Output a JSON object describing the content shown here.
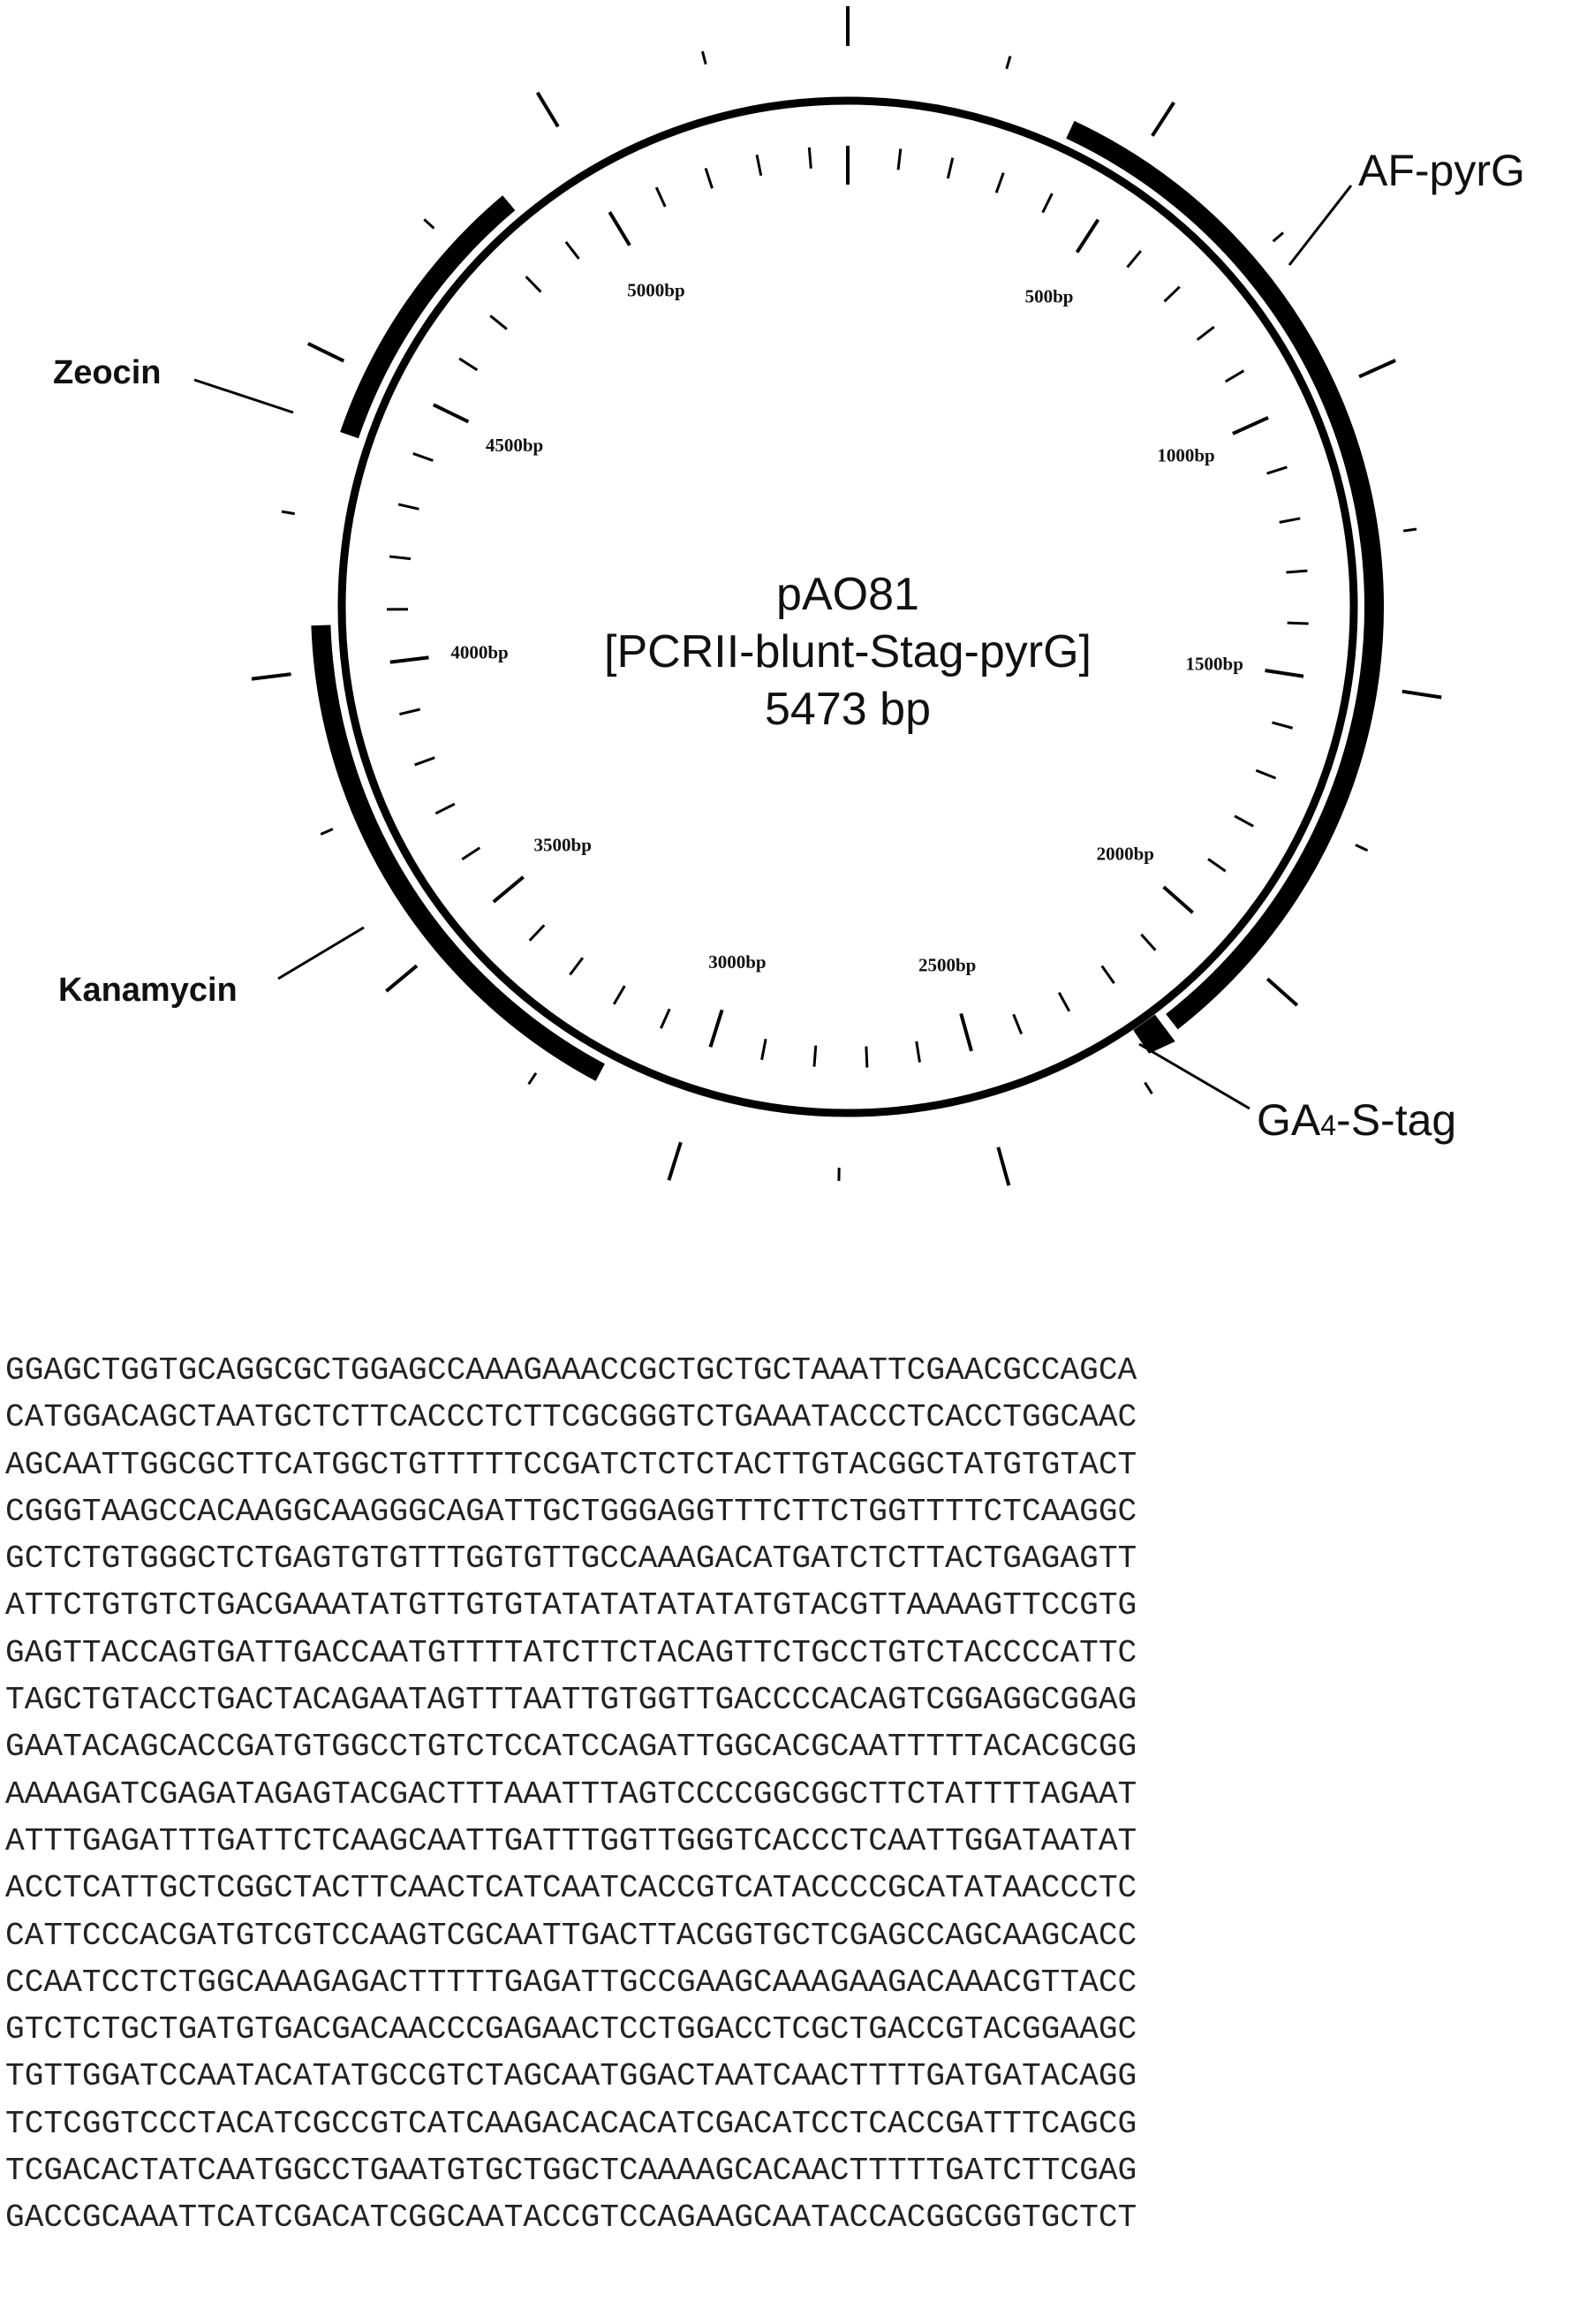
{
  "plasmid": {
    "name": "pAO81",
    "description": "[PCRII-blunt-Stag-pyrG]",
    "size_label": "5473 bp",
    "total_bp": 5473
  },
  "position_labels": [
    {
      "bp": 500,
      "label": "500bp"
    },
    {
      "bp": 1000,
      "label": "1000bp"
    },
    {
      "bp": 1500,
      "label": "1500bp"
    },
    {
      "bp": 2000,
      "label": "2000bp"
    },
    {
      "bp": 2500,
      "label": "2500bp"
    },
    {
      "bp": 3000,
      "label": "3000bp"
    },
    {
      "bp": 3500,
      "label": "3500bp"
    },
    {
      "bp": 4000,
      "label": "4000bp"
    },
    {
      "bp": 4500,
      "label": "4500bp"
    },
    {
      "bp": 5000,
      "label": "5000bp"
    }
  ],
  "features": {
    "af_pyrg": "AF-pyrG",
    "zeocin": "Zeocin",
    "kanamycin": "Kanamycin",
    "ga4_prefix": "GA",
    "ga4_sub": "4",
    "ga4_suffix": "-S-tag"
  },
  "sequence_lines": [
    "GGAGCTGGTGCAGGCGCTGGAGCCAAAGAAACCGCTGCTGCTAAATTCGAACGCCAGCA",
    "CATGGACAGCTAATGCTCTTCACCCTCTTCGCGGGTCTGAAATACCCTCACCTGGCAAC",
    "AGCAATTGGCGCTTCATGGCTGTTTTTCCGATCTCTCTACTTGTACGGCTATGTGTACT",
    "CGGGTAAGCCACAAGGCAAGGGCAGATTGCTGGGAGGTTTCTTCTGGTTTTCTCAAGGC",
    "GCTCTGTGGGCTCTGAGTGTGTTTGGTGTTGCCAAAGACATGATCTCTTACTGAGAGTT",
    "ATTCTGTGTCTGACGAAATATGTTGTGTATATATATATATGTACGTTAAAAGTTCCGTG",
    "GAGTTACCAGTGATTGACCAATGTTTTATCTTCTACAGTTCTGCCTGTCTACCCCATTC",
    "TAGCTGTACCTGACTACAGAATAGTTTAATTGTGGTTGACCCCACAGTCGGAGGCGGAG",
    "GAATACAGCACCGATGTGGCCTGTCTCCATCCAGATTGGCACGCAATTTTTACACGCGG",
    "AAAAGATCGAGATAGAGTACGACTTTAAATTTAGTCCCCGGCGGCTTCTATTTTAGAAT",
    "ATTTGAGATTTGATTCTCAAGCAATTGATTTGGTTGGGTCACCCTCAATTGGATAATAT",
    "ACCTCATTGCTCGGCTACTTCAACTCATCAATCACCGTCATACCCCGCATATAACCCTC",
    "CATTCCCACGATGTCGTCCAAGTCGCAATTGACTTACGGTGCTCGAGCCAGCAAGCACC",
    "CCAATCCTCTGGCAAAGAGACTTTTTGAGATTGCCGAAGCAAAGAAGACAAACGTTACC",
    "GTCTCTGCTGATGTGACGACAACCCGAGAACTCCTGGACCTCGCTGACCGTACGGAAGC",
    "TGTTGGATCCAATACATATGCCGTCTAGCAATGGACTAATCAACTTTTGATGATACAGG",
    "TCTCGGTCCCTACATCGCCGTCATCAAGACACACATCGACATCCTCACCGATTTCAGCG",
    "TCGACACTATCAATGGCCTGAATGTGCTGGCTCAAAAGCACAACTTTTTGATCTTCGAG",
    "GACCGCAAATTCATCGACATCGGCAATACCGTCCAGAAGCAATACCACGGCGGTGCTCT"
  ]
}
